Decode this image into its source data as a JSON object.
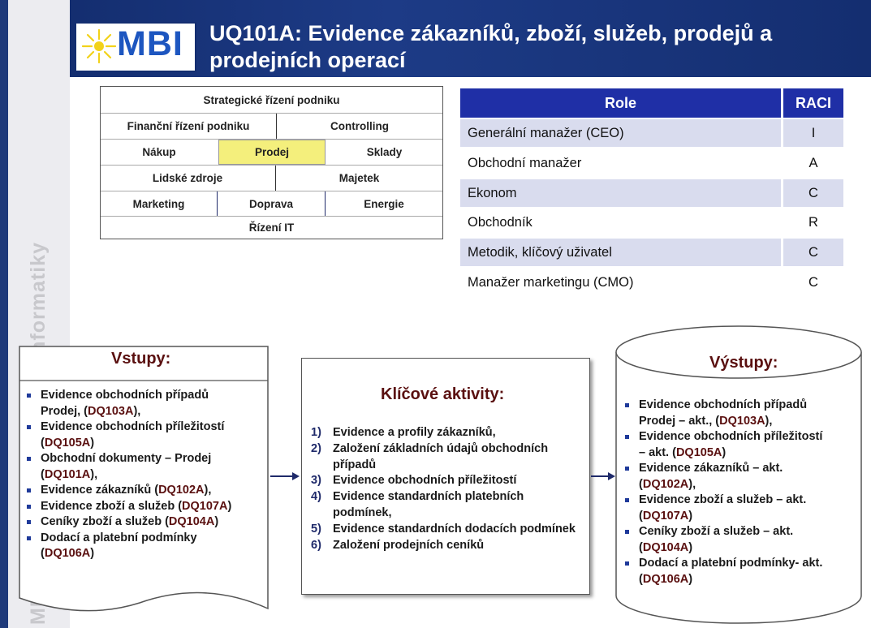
{
  "side_text": "MBI Management byznys informatiky",
  "logo": {
    "text": "MBI"
  },
  "title": "UQ101A: Evidence zákazníků, zboží, služeb, prodejů a prodejních operací",
  "org": {
    "strategic": "Strategické řízení podniku",
    "finance": "Finanční řízení podniku",
    "controlling": "Controlling",
    "purchase": "Nákup",
    "sales": "Prodej",
    "warehouse": "Sklady",
    "hr": "Lidské zdroje",
    "assets": "Majetek",
    "marketing": "Marketing",
    "transport": "Doprava",
    "energy": "Energie",
    "it": "Řízení IT"
  },
  "raci": {
    "head_role": "Role",
    "head_raci": "RACI",
    "rows": [
      {
        "role": "Generální manažer (CEO)",
        "raci": "I"
      },
      {
        "role": "Obchodní manažer",
        "raci": "A"
      },
      {
        "role": "Ekonom",
        "raci": "C"
      },
      {
        "role": "Obchodník",
        "raci": "R"
      },
      {
        "role": "Metodik, klíčový uživatel",
        "raci": "C"
      },
      {
        "role": "Manažer marketingu (CMO)",
        "raci": "C"
      }
    ]
  },
  "inputs": {
    "title": "Vstupy:",
    "items": [
      {
        "text": "Evidence obchodních případů Prodej, (",
        "code": "DQ103A",
        "tail": "),",
        "split": "Evidence obchodních případů",
        "line2": "Prodej, ("
      },
      {
        "text": "Evidence obchodních příležitostí (",
        "code": "DQ105A",
        "tail": ")",
        "split": "Evidence obchodních příležitostí",
        "line2": "("
      },
      {
        "text": "Obchodní dokumenty  – Prodej (",
        "code": "DQ101A",
        "tail": "),",
        "split": "Obchodní dokumenty  – Prodej",
        "line2": "("
      },
      {
        "text": "Evidence zákazníků (",
        "code": "DQ102A",
        "tail": "),",
        "split": "",
        "line2": ""
      },
      {
        "text": "Evidence zboží a služeb (",
        "code": "DQ107A",
        "tail": ")",
        "split": "",
        "line2": ""
      },
      {
        "text": "Ceníky zboží a služeb (",
        "code": "DQ104A",
        "tail": ")",
        "split": "",
        "line2": ""
      },
      {
        "text": "Dodací a platební podmínky (",
        "code": "DQ106A",
        "tail": ")",
        "split": "Dodací a platební podmínky",
        "line2": "("
      }
    ]
  },
  "activities": {
    "title": "Klíčové aktivity:",
    "items": [
      {
        "num": "1)",
        "text": "Evidence a profily zákazníků,"
      },
      {
        "num": "2)",
        "text": "Založení základních údajů obchodních případů"
      },
      {
        "num": "3)",
        "text": "Evidence obchodních příležitostí"
      },
      {
        "num": "4)",
        "text": "Evidence standardních platebních podmínek,"
      },
      {
        "num": "5)",
        "text": "Evidence standardních dodacích podmínek"
      },
      {
        "num": "6)",
        "text": "Založení prodejních ceníků"
      }
    ]
  },
  "outputs": {
    "title": "Výstupy:",
    "items": [
      {
        "line1": "Evidence obchodních případů",
        "line2": "Prodej – akt., (",
        "code": "DQ103A",
        "tail": "),"
      },
      {
        "line1": "Evidence obchodních příležitostí",
        "line2": "– akt. (",
        "code": "DQ105A",
        "tail": ")"
      },
      {
        "line1": "Evidence zákazníků – akt.",
        "line2": "(",
        "code": "DQ102A",
        "tail": "),"
      },
      {
        "line1": "Evidence zboží a služeb – akt.",
        "line2": "(",
        "code": "DQ107A",
        "tail": ")"
      },
      {
        "line1": "Ceníky zboží a služeb – akt.",
        "line2": "(",
        "code": "DQ104A",
        "tail": ")"
      },
      {
        "line1": "Dodací a platební podmínky-  akt.",
        "line2": "(",
        "code": "DQ106A",
        "tail": ")"
      }
    ]
  }
}
